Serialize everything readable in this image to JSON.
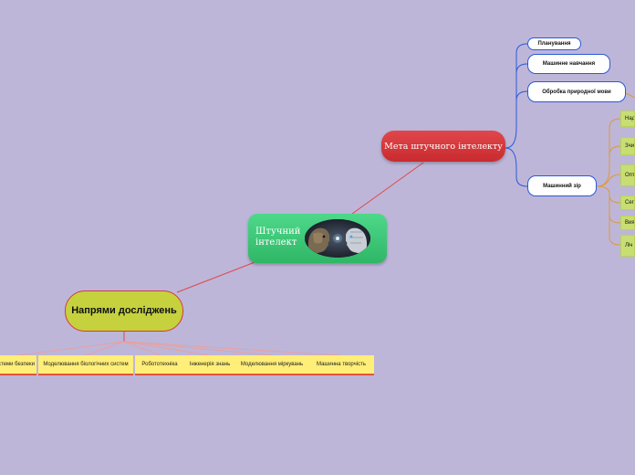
{
  "central": {
    "title": "Штучний інтелект",
    "image": "two-ai-heads-illustration"
  },
  "goal": {
    "title": "Мета штучного інтелекту"
  },
  "goal_children": [
    "Планування",
    "Машинне навчання",
    "Обробка природної мови",
    "Машинний зір"
  ],
  "vision_children": [
    "Над",
    "Зчи",
    "Опт",
    "Сег",
    "Вия",
    "Ліч"
  ],
  "directions": {
    "title": "Напрями досліджень",
    "items": [
      "Системи безпеки",
      "Моделювання біологічних систем",
      "Робототехніка",
      "Інженерія знань",
      "Моделювання міркувань",
      "Машинна творчість"
    ]
  },
  "colors": {
    "background": "#bdb6d9",
    "central": "#3cc575",
    "goal": "#d8393c",
    "directions": "#c5d23e",
    "blue_link": "#2a59d8",
    "orange_link": "#e0983a",
    "red_link": "#e04848"
  }
}
